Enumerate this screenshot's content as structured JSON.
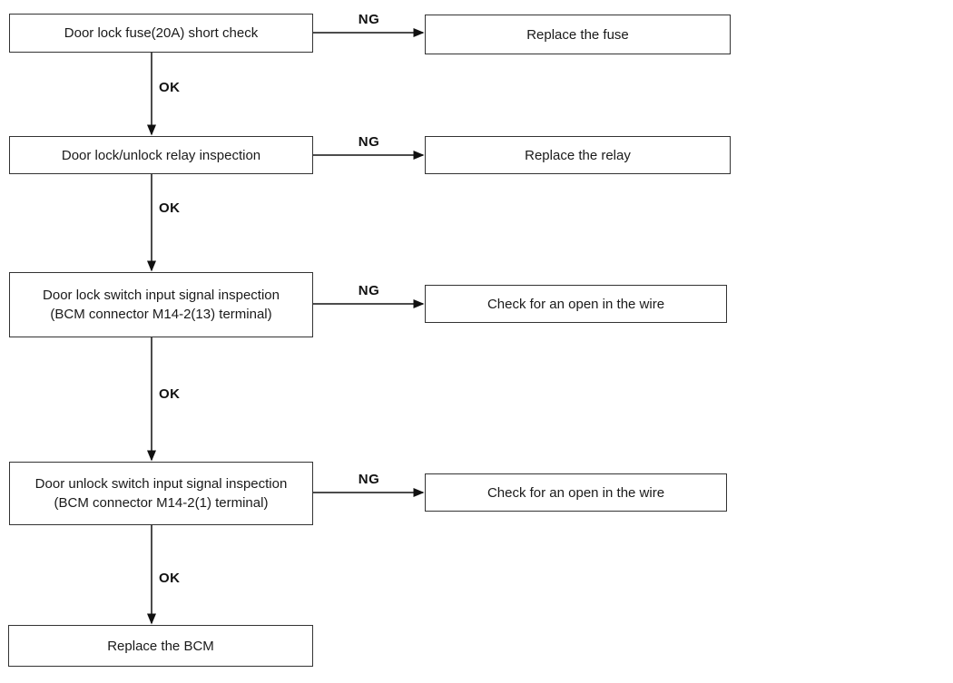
{
  "labels": {
    "ok": "OK",
    "ng": "NG"
  },
  "steps": [
    {
      "label": "Door lock fuse(20A) short check",
      "ng_action": "Replace the fuse"
    },
    {
      "label": "Door lock/unlock relay inspection",
      "ng_action": "Replace the relay"
    },
    {
      "label": "Door lock switch input signal inspection\n(BCM connector M14-2(13) terminal)",
      "ng_action": "Check for an open in the wire"
    },
    {
      "label": "Door unlock switch input signal inspection\n(BCM connector M14-2(1) terminal)",
      "ng_action": "Check for an open in the wire"
    }
  ],
  "final_step": {
    "label": "Replace the BCM"
  }
}
